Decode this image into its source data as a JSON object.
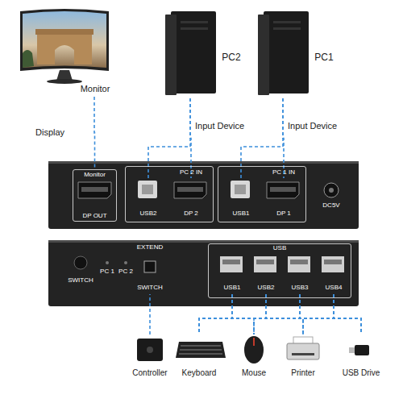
{
  "diagram": {
    "nodes": [
      {
        "text": [
          "Monitor"
        ]
      },
      {
        "text": [
          "PC2"
        ]
      },
      {
        "text": [
          "PC1"
        ]
      },
      {
        "text": [
          "Monitor",
          "DP OUT"
        ]
      },
      {
        "text": [
          "PC 2 IN"
        ]
      },
      {
        "text": [
          "USB2"
        ],
        "in": 4
      },
      {
        "text": [
          "DP 2"
        ],
        "in": 4
      },
      {
        "text": [
          "PC 1 IN"
        ]
      },
      {
        "text": [
          "USB1"
        ],
        "in": 7
      },
      {
        "text": [
          "DP 1"
        ],
        "in": 7
      },
      {
        "text": [
          "DC5V"
        ]
      },
      {
        "text": [
          "SWITCH"
        ]
      },
      {
        "text": [
          "EXTEND",
          "SWITCH"
        ]
      },
      {
        "text": [
          "USB"
        ]
      },
      {
        "text": [
          "USB1"
        ],
        "in": 13
      },
      {
        "text": [
          "USB2"
        ],
        "in": 13
      },
      {
        "text": [
          "USB3"
        ],
        "in": 13
      },
      {
        "text": [
          "USB4"
        ],
        "in": 13
      },
      {
        "text": [
          "Controller"
        ]
      },
      {
        "text": [
          "Keyboard"
        ]
      },
      {
        "text": [
          "Mouse"
        ]
      },
      {
        "text": [
          "Printer"
        ]
      },
      {
        "text": [
          "USB Drive"
        ]
      }
    ],
    "edges": [
      {
        "from": 0,
        "to": 3,
        "arrow": "none",
        "label": "Display"
      },
      {
        "from": 1,
        "to": 5,
        "arrow": "none",
        "label": "Input Device"
      },
      {
        "from": 1,
        "to": 6,
        "arrow": "none"
      },
      {
        "from": 2,
        "to": 8,
        "arrow": "none",
        "label": "Input Device"
      },
      {
        "from": 2,
        "to": 9,
        "arrow": "none"
      },
      {
        "from": 18,
        "to": 12,
        "arrow": "none"
      },
      {
        "from": 14,
        "to": 19,
        "arrow": "none"
      },
      {
        "from": 14,
        "to": 20,
        "arrow": "none"
      },
      {
        "from": 14,
        "to": 21,
        "arrow": "none"
      },
      {
        "from": 14,
        "to": 22,
        "arrow": "none"
      },
      {
        "from": 15,
        "to": 19,
        "arrow": "none"
      },
      {
        "from": 15,
        "to": 20,
        "arrow": "none"
      },
      {
        "from": 15,
        "to": 21,
        "arrow": "none"
      },
      {
        "from": 15,
        "to": 22,
        "arrow": "none"
      },
      {
        "from": 16,
        "to": 19,
        "arrow": "none"
      },
      {
        "from": 16,
        "to": 20,
        "arrow": "none"
      },
      {
        "from": 16,
        "to": 21,
        "arrow": "none"
      },
      {
        "from": 16,
        "to": 22,
        "arrow": "none"
      },
      {
        "from": 17,
        "to": 19,
        "arrow": "none"
      },
      {
        "from": 17,
        "to": 20,
        "arrow": "none"
      },
      {
        "from": 17,
        "to": 21,
        "arrow": "none"
      },
      {
        "from": 17,
        "to": 22,
        "arrow": "none"
      }
    ],
    "labels": [
      "PC 1",
      "PC 2"
    ]
  }
}
